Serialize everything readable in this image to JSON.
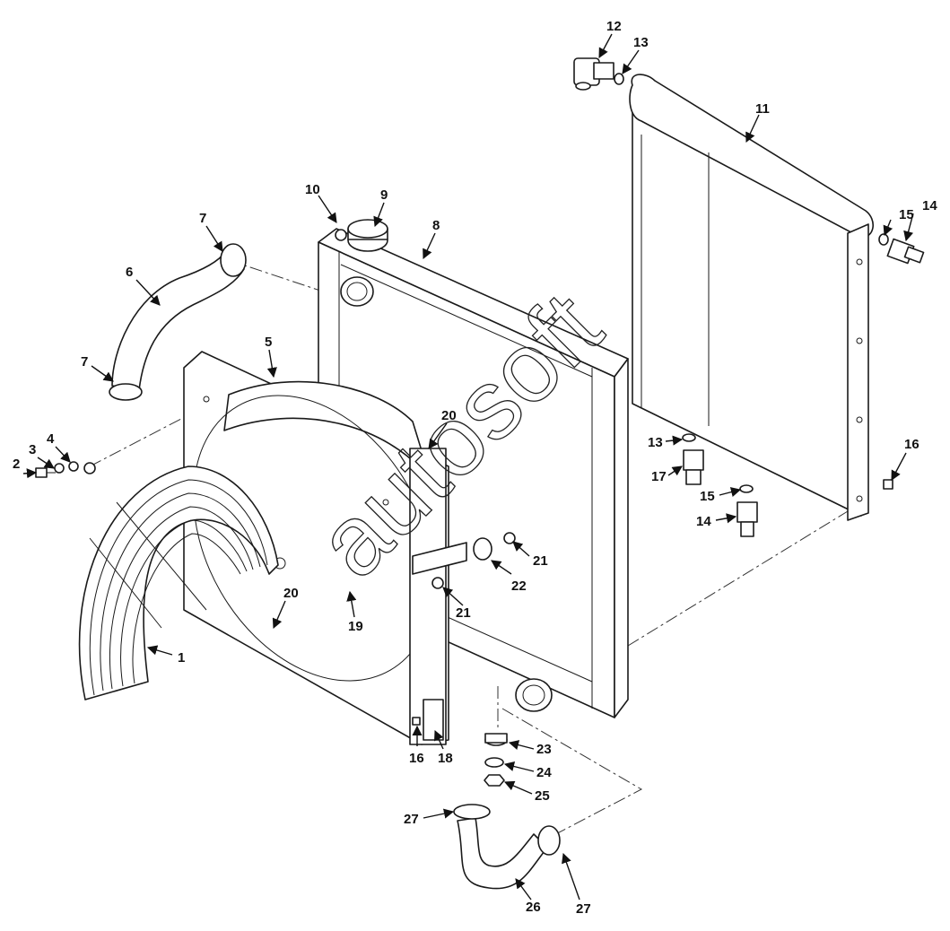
{
  "watermark": {
    "text": "autosoft"
  },
  "callouts": [
    {
      "id": "c1",
      "label": "1"
    },
    {
      "id": "c2",
      "label": "2"
    },
    {
      "id": "c3",
      "label": "3"
    },
    {
      "id": "c4",
      "label": "4"
    },
    {
      "id": "c5",
      "label": "5"
    },
    {
      "id": "c6",
      "label": "6"
    },
    {
      "id": "c7a",
      "label": "7"
    },
    {
      "id": "c7b",
      "label": "7"
    },
    {
      "id": "c8",
      "label": "8"
    },
    {
      "id": "c9",
      "label": "9"
    },
    {
      "id": "c10",
      "label": "10"
    },
    {
      "id": "c11",
      "label": "11"
    },
    {
      "id": "c12",
      "label": "12"
    },
    {
      "id": "c13a",
      "label": "13"
    },
    {
      "id": "c13b",
      "label": "13"
    },
    {
      "id": "c14a",
      "label": "14"
    },
    {
      "id": "c14b",
      "label": "14"
    },
    {
      "id": "c15a",
      "label": "15"
    },
    {
      "id": "c15b",
      "label": "15"
    },
    {
      "id": "c16a",
      "label": "16"
    },
    {
      "id": "c16b",
      "label": "16"
    },
    {
      "id": "c17",
      "label": "17"
    },
    {
      "id": "c18",
      "label": "18"
    },
    {
      "id": "c19",
      "label": "19"
    },
    {
      "id": "c20a",
      "label": "20"
    },
    {
      "id": "c20b",
      "label": "20"
    },
    {
      "id": "c21a",
      "label": "21"
    },
    {
      "id": "c21b",
      "label": "21"
    },
    {
      "id": "c22",
      "label": "22"
    },
    {
      "id": "c23",
      "label": "23"
    },
    {
      "id": "c24",
      "label": "24"
    },
    {
      "id": "c25",
      "label": "25"
    },
    {
      "id": "c26",
      "label": "26"
    },
    {
      "id": "c27a",
      "label": "27"
    },
    {
      "id": "c27b",
      "label": "27"
    }
  ]
}
